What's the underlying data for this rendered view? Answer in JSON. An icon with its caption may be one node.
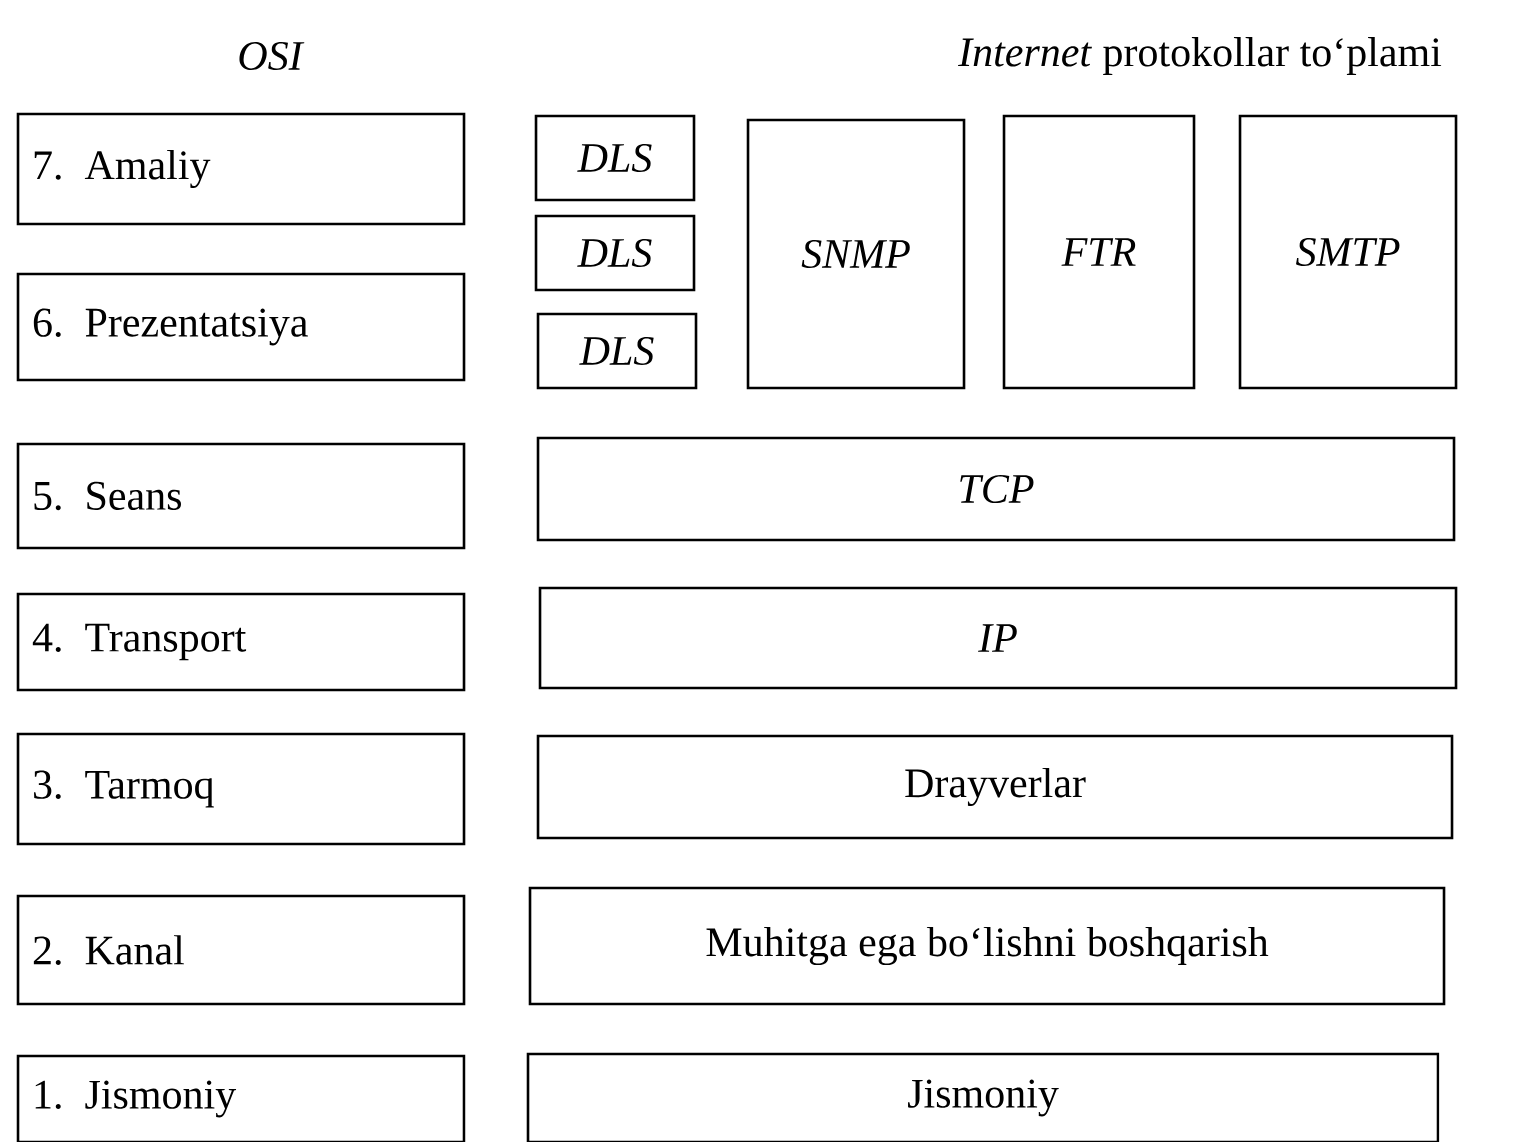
{
  "diagram": {
    "nodes": [
      {
        "text": [
          "7. Amaliy"
        ]
      },
      {
        "text": [
          "DLS"
        ]
      },
      {
        "text": [
          "DLS"
        ]
      },
      {
        "text": [
          "DLS"
        ]
      },
      {
        "text": [
          "SNMP"
        ]
      },
      {
        "text": [
          "FTR"
        ]
      },
      {
        "text": [
          "SMTP"
        ]
      },
      {
        "text": [
          "6. Prezentatsiya"
        ]
      },
      {
        "text": [
          "5. Seans"
        ]
      },
      {
        "text": [
          "TCP"
        ]
      },
      {
        "text": [
          "4. Transport"
        ]
      },
      {
        "text": [
          "IP"
        ]
      },
      {
        "text": [
          "3. Tarmoq"
        ]
      },
      {
        "text": [
          "Drayverlar"
        ]
      },
      {
        "text": [
          "2. Kanal"
        ]
      },
      {
        "text": [
          "Muhitga ega bo‘lishni boshqarish"
        ]
      },
      {
        "text": [
          "1. Jismoniy"
        ]
      },
      {
        "text": [
          "Jismoniy"
        ]
      }
    ],
    "labels": [
      "OSI",
      "*Internet* protokollar to‘plami"
    ]
  }
}
